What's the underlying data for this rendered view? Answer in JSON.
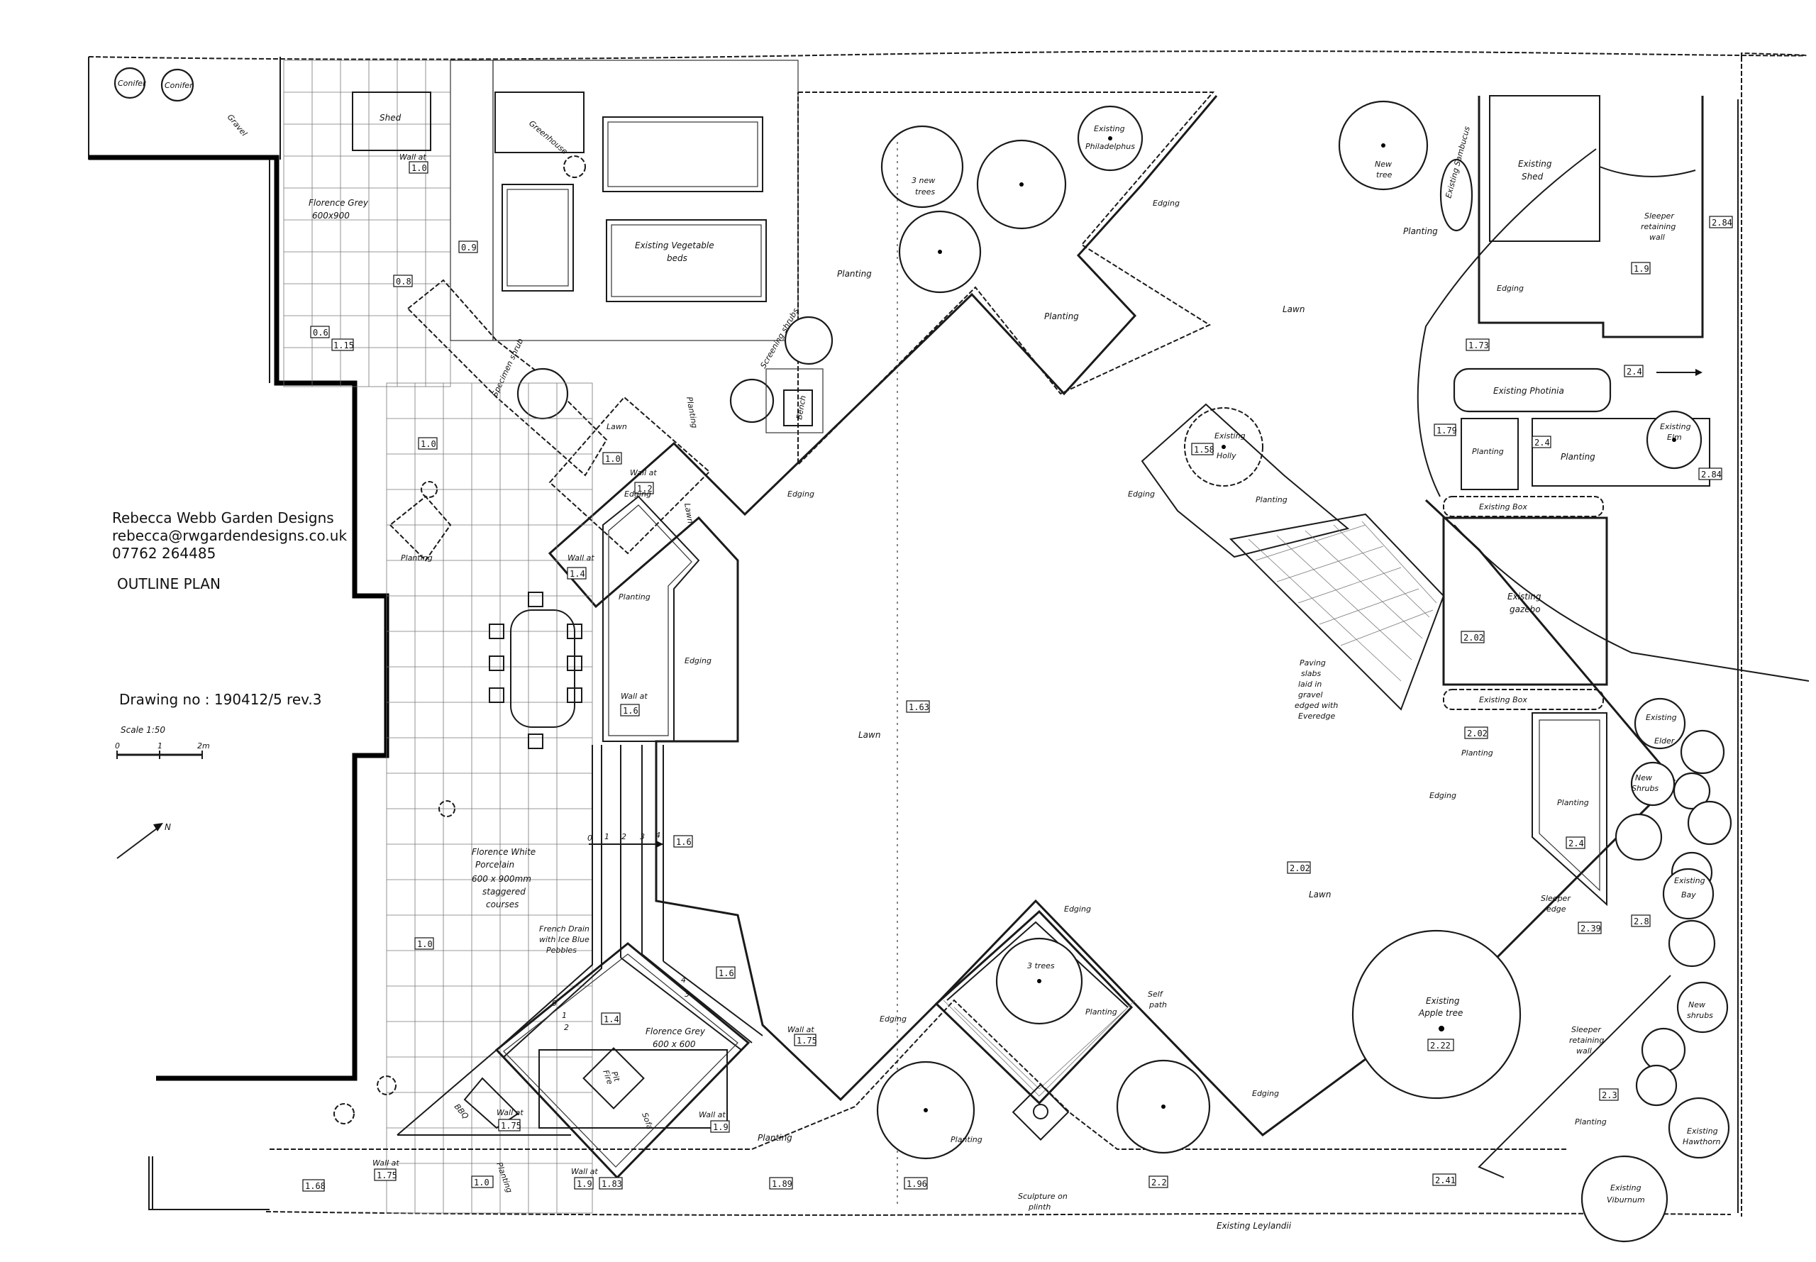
{
  "title_block": {
    "company": "Rebecca Webb Garden Designs",
    "email": "rebecca@rwgardendesigns.co.uk",
    "phone": "07762  264485",
    "plan_title": "OUTLINE  PLAN",
    "drawing_no": "Drawing no : 190412/5 rev.3",
    "scale": "Scale  1:50",
    "scale_ticks": [
      "0",
      "1",
      "2m"
    ],
    "north": "N"
  },
  "labels": {
    "conifer1": "Conifer",
    "conifer2": "Conifer",
    "gravel": "Gravel",
    "shed": "Shed",
    "wall_at_top": "Wall at",
    "florence_grey_top": "Florence Grey",
    "florence_grey_top_size": "600x900",
    "greenhouse": "Greenhouse",
    "existing_veg": "Existing  Vegetable",
    "existing_veg2": "beds",
    "three_new_trees": "3 new",
    "three_new_trees2": "trees",
    "existing_philadelphus": "Existing",
    "existing_philadelphus2": "Philadelphus",
    "edging_top": "Edging",
    "new_tree": "New",
    "new_tree2": "tree",
    "existing_sambucus": "Existing Sambucus",
    "planting_a": "Planting",
    "planting_b": "Planting",
    "planting_c": "Planting",
    "existing_shed": "Existing",
    "existing_shed2": "Shed",
    "sleeper_wall": "Sleeper",
    "sleeper_wall2": "retaining",
    "sleeper_wall3": "wall",
    "edging_r": "Edging",
    "lawn_top": "Lawn",
    "specimen_shrub": "Specimen shrub",
    "screening_shrubs": "Screening shrubs",
    "bench": "Bench",
    "planting_d": "Planting",
    "lawn_small": "Lawn",
    "edging_mid": "Edging",
    "wall_at_mid": "Wall at",
    "lawn_vert": "Lawn",
    "edging_mid2": "Edging",
    "existing_photinia": "Existing  Photinia",
    "existing_holly": "Existing",
    "existing_holly2": "Holly",
    "planting_e": "Planting",
    "edging_left_holly": "Edging",
    "planting_f": "Planting",
    "existing_box_top": "Existing Box",
    "existing_gazebo": "Existing",
    "existing_gazebo2": "gazebo",
    "existing_box_bottom": "Existing  Box",
    "planting_g": "Planting",
    "existing_elm": "Existing",
    "existing_elm2": "Elm",
    "planting_h": "Planting",
    "wall_at_a": "Wall at",
    "planting_i": "Planting",
    "edging_i": "Edging",
    "wall_at_b": "Wall at",
    "lawn_main": "Lawn",
    "paving_slabs": "Paving",
    "paving_slabs2": "slabs",
    "paving_slabs3": "laid in",
    "paving_slabs4": "gravel",
    "paving_slabs5": "edged with",
    "paving_slabs6": "Everedge",
    "existing_elder": "Existing",
    "existing_elder2": "Elder",
    "new_shrubs": "New",
    "new_shrubs2": "Shrubs",
    "edging_j": "Edging",
    "planting_j": "Planting",
    "existing_bay": "Existing",
    "existing_bay2": "Bay",
    "lawn_right": "Lawn",
    "sleeper_edge": "Sleeper",
    "sleeper_edge2": "edge",
    "florence_white": "Florence White",
    "florence_white2": "Porcelain",
    "florence_white3": "600 x 900mm",
    "florence_white4": "staggered",
    "florence_white5": "courses",
    "french_drain": "French Drain",
    "french_drain2": "with Ice Blue",
    "french_drain3": "Pebbles",
    "edging_k": "Edging",
    "three_trees": "3 trees",
    "self_path": "Self",
    "self_path2": "path",
    "florence_grey_bottom": "Florence Grey",
    "florence_grey_bottom2": "600 x 600",
    "fire_pit": "Fire",
    "fire_pit2": "Pit",
    "sofa": "Sofa",
    "wall_at_c": "Wall at",
    "wall_at_d": "Wall at",
    "edging_l": "Edging",
    "existing_apple": "Existing",
    "existing_apple2": "Apple tree",
    "sleeper_wall_b": "Sleeper",
    "sleeper_wall_b2": "retaining",
    "sleeper_wall_b3": "wall",
    "new_shrubs_b": "New",
    "new_shrubs_b2": "shrubs",
    "edging_m": "Edging",
    "bbq": "BBQ",
    "planting_k": "Planting",
    "planting_l": "Planting",
    "planting_m": "Planting",
    "planting_n": "Planting",
    "sculpture": "Sculpture on",
    "sculpture2": "plinth",
    "wall_at_e": "Wall at",
    "wall_at_f": "Wall at",
    "planting_o": "Planting",
    "existing_hawthorn": "Existing",
    "existing_hawthorn2": "Hawthorn",
    "existing_viburnum": "Existing",
    "existing_viburnum2": "Viburnum",
    "existing_leylandii": "Existing  Leylandii",
    "steps_ticks": [
      "0",
      "1",
      "2",
      "3",
      "4"
    ],
    "steps_ticks_b": [
      "0",
      "1",
      "2",
      "3",
      "4"
    ]
  },
  "levels": {
    "l1": "1.0",
    "l2": "0.9",
    "l3": "0.8",
    "l4": "0.6",
    "l5": "1.15",
    "l6": "1.0",
    "l7": "1.0",
    "l8": "1.2",
    "l9": "1.4",
    "l10": "1.6",
    "l11": "1.63",
    "l12": "1.6",
    "l13": "1.0",
    "l14": "1.4",
    "l15": "1.6",
    "l16": "1.75",
    "l17": "1.75",
    "l18": "1.9",
    "l19": "1.9",
    "l20": "1.83",
    "l21": "1.89",
    "l22": "1.96",
    "l23": "2.2",
    "l24": "2.41",
    "l25": "2.22",
    "l26": "2.02",
    "l27": "2.02",
    "l28": "2.02",
    "l29": "2.4",
    "l30": "2.39",
    "l31": "2.8",
    "l32": "2.3",
    "l33": "2.4",
    "l34": "2.4",
    "l35": "2.84",
    "l36": "2.84",
    "l37": "1.9",
    "l38": "1.73",
    "l39": "1.79",
    "l40": "1.58",
    "l41": "1.0",
    "l42": "1.75",
    "l43": "1.68"
  }
}
